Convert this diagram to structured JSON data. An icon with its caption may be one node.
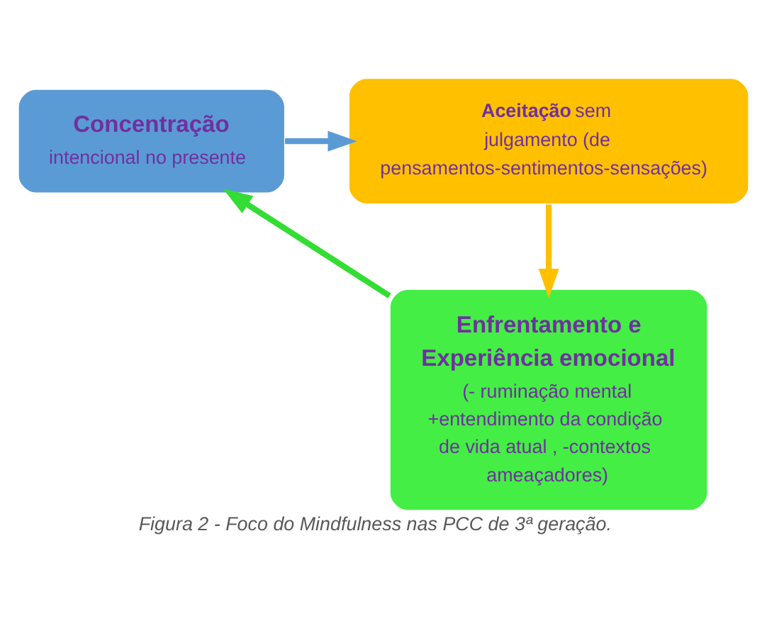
{
  "diagram": {
    "caption": "Figura 2 - Foco do Mindfulness nas PCC de 3ª geração.",
    "nodes": [
      {
        "text": [
          "Concentração",
          "intencional no presente"
        ]
      },
      {
        "text": [
          "**Aceitação** sem julgamento (de pensamentos-sentimentos-sensações)"
        ]
      },
      {
        "text": [
          "Enfrentamento e Experiência emocional",
          "(- ruminação mental +entendimento da condição de vida atual , -contextos ameaçadores)"
        ]
      }
    ],
    "edges": [
      {
        "from": 0,
        "to": 1,
        "arrow": "to",
        "color": "#5b9bd5"
      },
      {
        "from": 1,
        "to": 2,
        "arrow": "to",
        "color": "#ffc000"
      },
      {
        "from": 2,
        "to": 0,
        "arrow": "to",
        "color": "#33dd33"
      }
    ]
  }
}
